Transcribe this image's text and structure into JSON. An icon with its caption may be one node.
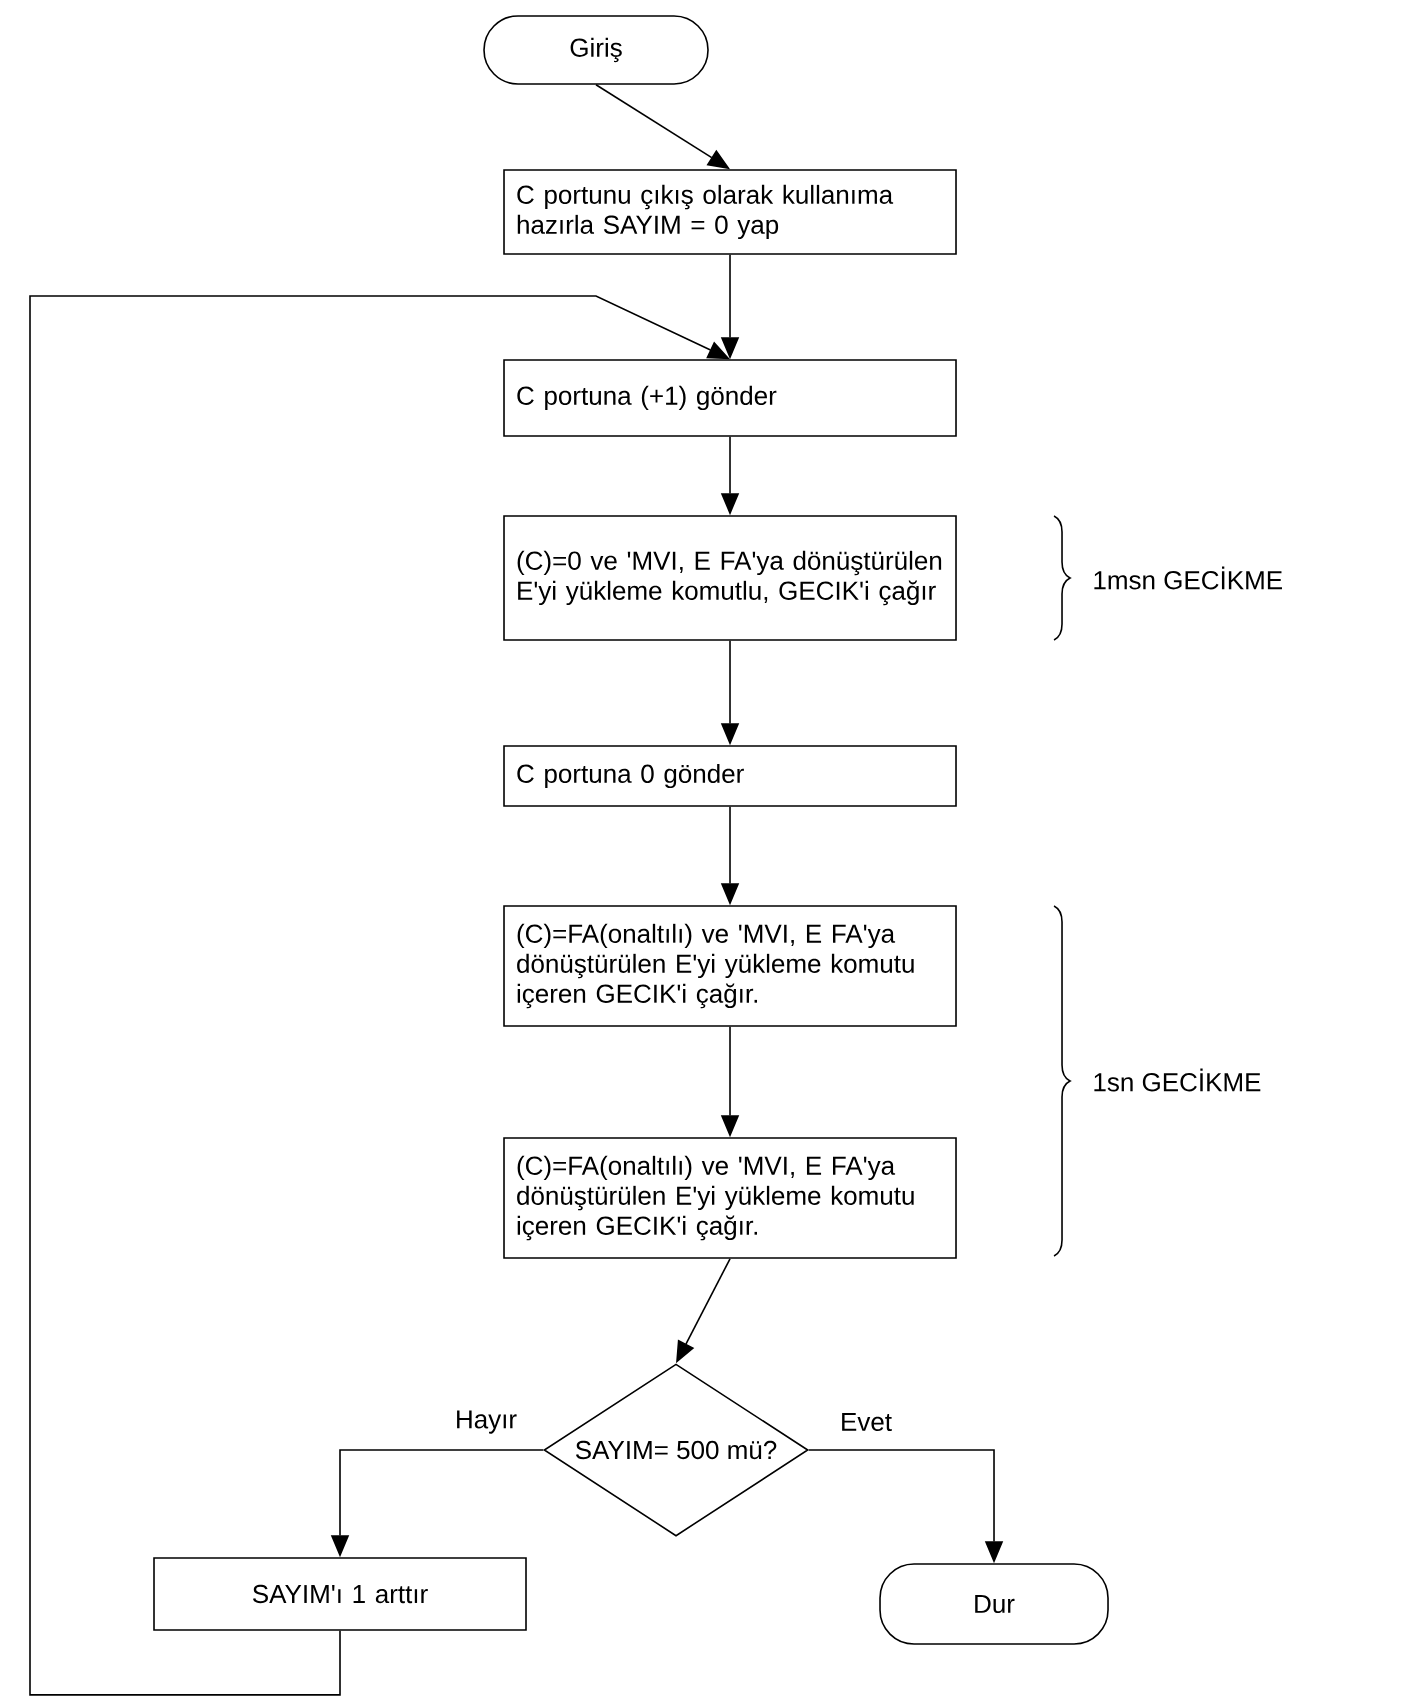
{
  "diagram": {
    "nodes": [
      {
        "text": [
          "Giriş"
        ]
      },
      {
        "text": [
          "C portunu çıkış olarak kullanıma hazırla SAYIM = 0 yap"
        ]
      },
      {
        "text": [
          "C portuna (+1) gönder"
        ]
      },
      {
        "text": [
          "(C)=0 ve 'MVI, E FA'ya dönüştürülen E'yi yükleme komutlu, GECIK'i çağır"
        ]
      },
      {
        "text": [
          "C portuna 0 gönder"
        ]
      },
      {
        "text": [
          "(C)=FA(onaltılı) ve 'MVI, E FA'ya dönüştürülen E'yi yükleme komutu içeren GECIK'i çağır."
        ]
      },
      {
        "text": [
          "(C)=FA(onaltılı) ve 'MVI, E FA'ya dönüştürülen E'yi yükleme komutu içeren GECIK'i çağır."
        ]
      },
      {
        "text": [
          "SAYIM= 500 mü?"
        ]
      },
      {
        "text": [
          "SAYIM'ı 1 arttır"
        ]
      },
      {
        "text": [
          "Dur"
        ]
      }
    ],
    "edges": [
      {
        "from": 0,
        "to": 1,
        "arrow": "to"
      },
      {
        "from": 1,
        "to": 2,
        "arrow": "to"
      },
      {
        "from": 2,
        "to": 3,
        "arrow": "to"
      },
      {
        "from": 3,
        "to": 4,
        "arrow": "to"
      },
      {
        "from": 4,
        "to": 5,
        "arrow": "to"
      },
      {
        "from": 5,
        "to": 6,
        "arrow": "to"
      },
      {
        "from": 6,
        "to": 7,
        "arrow": "to"
      },
      {
        "from": 7,
        "to": 8,
        "arrow": "to",
        "label": "Hayır"
      },
      {
        "from": 7,
        "to": 9,
        "arrow": "to",
        "label": "Evet"
      },
      {
        "from": 8,
        "to": 2,
        "arrow": "to"
      }
    ],
    "labels": [
      "1msn GECİKME",
      "1sn GECİKME"
    ]
  }
}
